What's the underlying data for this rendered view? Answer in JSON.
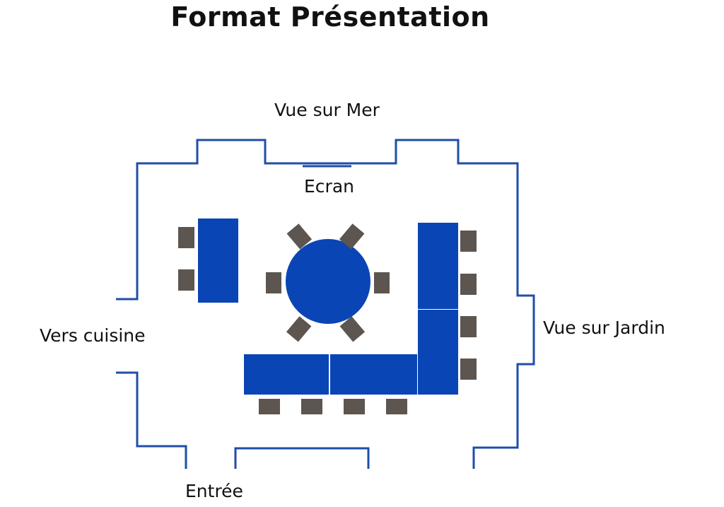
{
  "title": "Format Présentation",
  "labels": {
    "sea_view": "Vue sur Mer",
    "screen": "Ecran",
    "kitchen": "Vers cuisine",
    "garden_view": "Vue sur Jardin",
    "entrance": "Entrée"
  },
  "colors": {
    "wall": "#1f4ea8",
    "table": "#0a45b5",
    "chair": "#5c5550",
    "text": "#111111"
  }
}
